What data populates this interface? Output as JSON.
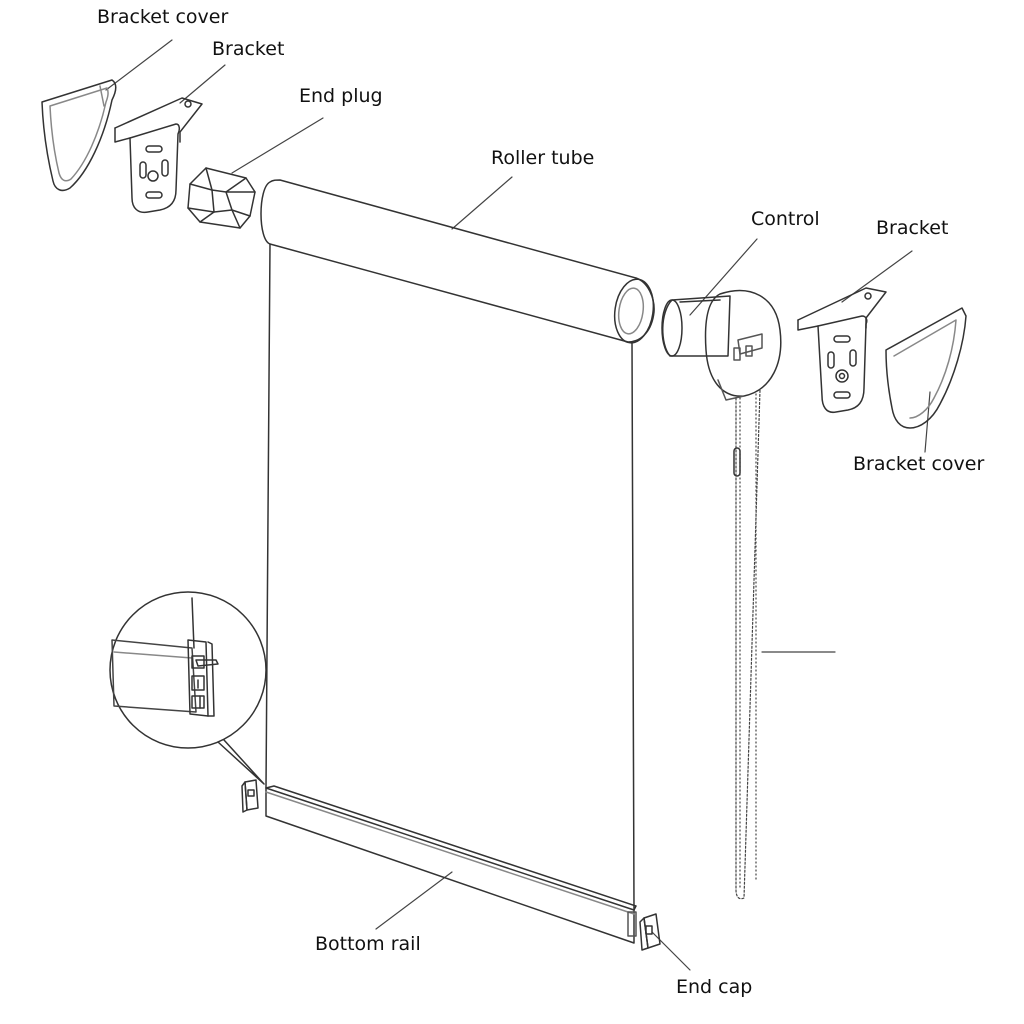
{
  "diagram": {
    "labels": {
      "bracket_cover_left": "Bracket cover",
      "bracket_left": "Bracket",
      "end_plug": "End plug",
      "roller_tube": "Roller tube",
      "control": "Control",
      "bracket_right": "Bracket",
      "bracket_cover_right": "Bracket cover",
      "bottom_rail": "Bottom rail",
      "end_cap": "End cap"
    }
  }
}
